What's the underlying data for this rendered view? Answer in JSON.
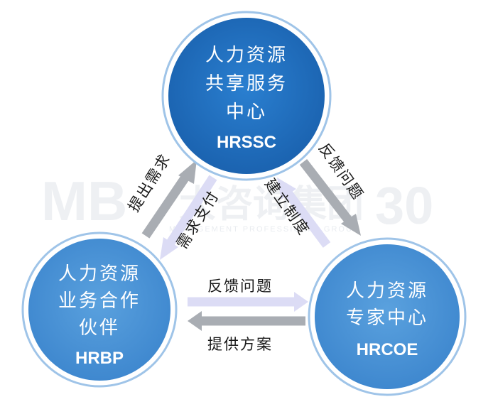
{
  "nodes": {
    "hrssc": {
      "title_lines": [
        "人力资源",
        "共享服务",
        "中心"
      ],
      "code": "HRSSC"
    },
    "hrbp": {
      "title_lines": [
        "人力资源",
        "业务合作",
        "伙伴"
      ],
      "code": "HRBP"
    },
    "hrcoe": {
      "title_lines": [
        "人力资源",
        "专家中心"
      ],
      "code": "HRCOE"
    }
  },
  "edges": {
    "hrbp_to_hrssc_label": "提出需求",
    "hrssc_to_hrbp_label": "需求支付",
    "hrssc_to_hrcoe_label": "反馈问题",
    "hrcoe_to_hrssc_label": "建立制度",
    "hrbp_to_hrcoe_label": "反馈问题",
    "hrcoe_to_hrbp_label": "提供方案"
  },
  "watermark": {
    "logo_text": "MB",
    "cn_text": "大咨询集团",
    "sub_text": "MANAGEMENT PROFESSIONAL GROUP",
    "number": "30"
  },
  "colors": {
    "node_fill": "#1f6fc2",
    "node_fill_light": "#4a93d6",
    "ring": "#9fc4e8",
    "arrow_gray": "#a9adb3",
    "arrow_lavender": "#dcdcf5"
  }
}
